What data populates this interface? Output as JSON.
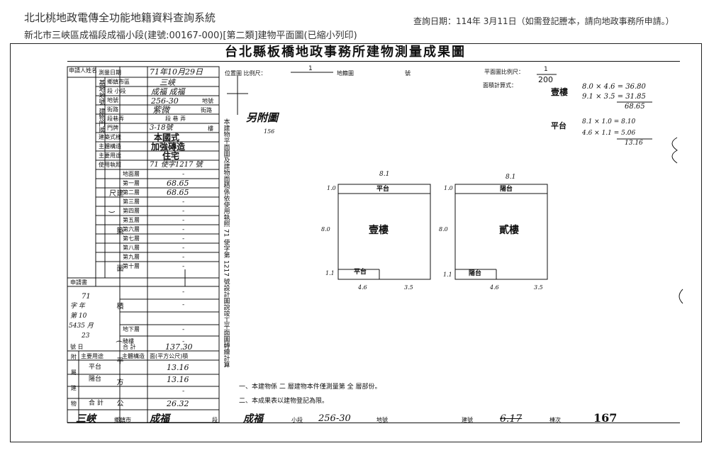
{
  "header": {
    "system_title": "北北桃地政電傳全功能地籍資料查詢系統",
    "query_date": "查詢日期：114年 3月11日（如需登記謄本，請向地政事務所申請。）",
    "subtitle": "新北市三峽區成福段成福小段(建號:00167-000)[第二類]建物平面圖(已縮小列印)"
  },
  "document": {
    "title": "台北縣板橋地政事務所建物測量成果圖",
    "applicant_label": "申請人姓名",
    "survey_date_label": "測量日期",
    "survey_date": "71年10月29日",
    "township_label": "鄉鎮市區",
    "township": "三峽",
    "section_label": "段 小段",
    "section": "成福 成福",
    "lot_label": "地號",
    "lot_no": "256-30",
    "lot_suffix": "地號",
    "street_label": "街路",
    "street": "紫微",
    "street_suffix": "街路",
    "lane_label": "段巷弄",
    "lane": "段 巷 弄",
    "door_label": "門牌",
    "door_no": "3-18號",
    "door_suffix": "樓",
    "building_type_label": "建築式樣",
    "building_type": "本國式",
    "structure_label": "主體構造",
    "structure": "加強磚造",
    "use_label": "主要用途",
    "use": "住宅",
    "permit_label": "使用執照",
    "permit": "71 使字1217 號",
    "floors": [
      {
        "name": "地面層",
        "area": "-"
      },
      {
        "name": "第一層",
        "area": "68.65"
      },
      {
        "name": "第二層",
        "area": "68.65"
      },
      {
        "name": "第三層",
        "area": "-"
      },
      {
        "name": "第四層",
        "area": "-"
      },
      {
        "name": "第五層",
        "area": "-"
      },
      {
        "name": "第六層",
        "area": "-"
      },
      {
        "name": "第七層",
        "area": "-"
      },
      {
        "name": "第八層",
        "area": "-"
      },
      {
        "name": "第九層",
        "area": "-"
      },
      {
        "name": "第十層",
        "area": "-"
      },
      {
        "name": "",
        "area": "-"
      },
      {
        "name": "",
        "area": "-"
      },
      {
        "name": "地下層",
        "area": "-"
      },
      {
        "name": "騎樓",
        "area": "-"
      }
    ],
    "area_caption": "建 築 面 積 (平方公尺)",
    "apply_label": "申請書",
    "apply_text": [
      "71",
      "字 年",
      "第 10",
      "5435 月",
      "23"
    ],
    "number_label": "號 日",
    "total_label": "合 計",
    "total_area": "137.30",
    "annex_header": [
      "附屬建物",
      "主要用途",
      "主體構造",
      "面(平方公尺)積"
    ],
    "annex_rows": [
      {
        "use": "平台",
        "area": "13.16"
      },
      {
        "use": "陽台",
        "area": "13.16"
      },
      {
        "use": "",
        "area": "-"
      }
    ],
    "annex_total_label": "合 計",
    "annex_total": "26.32",
    "vertical_note": "本建物平面圖及建物面積係依使用執照 71 使字第 1217 號設計圖說竣工平面圖轉繪計算",
    "position_label": "位置圖 比例尺：",
    "position_scale": "1",
    "sheet_label": "地籍圖",
    "sheet_suffix": "號",
    "separate_sheet": "另附圖",
    "separate_num": "156",
    "plan_scale_label": "平面圖比例尺：",
    "plan_scale_num": "1",
    "plan_scale_den": "200",
    "calc_label": "面積計算式：",
    "floor1_label": "壹樓",
    "floor1_calc": [
      "8.0 × 4.6 = 36.80",
      "9.1 × 3.5 = 31.85",
      "68.65"
    ],
    "platform_label": "平台",
    "platform_calc": [
      "8.1 × 1.0 = 8.10",
      "4.6 × 1.1 = 5.06",
      "13.16"
    ],
    "plan1": {
      "top_dim": "8.1",
      "top_left": "1.0",
      "top_label": "平台",
      "center": "壹樓",
      "side": "8.0",
      "bottom_left": "1.1",
      "bottom_label": "平台",
      "dims_b1": "4.6",
      "dims_b2": "3.5"
    },
    "plan2": {
      "top_dim": "8.1",
      "top_left": "1.0",
      "top_label": "陽台",
      "center": "貳樓",
      "side": "8.0",
      "bottom_left": "1.1",
      "bottom_label": "陽台",
      "dims_b1": "4.6",
      "dims_b2": "3.5"
    },
    "note1": "一、本建物係 二 層建物本件僅測量第 全 層部份。",
    "note2": "二、本成果表以建物登記為限。",
    "footer_township": "三峽",
    "footer_township_label": "鄉鎮市",
    "footer_section": "成福",
    "footer_section_label": "段",
    "footer_subsection": "成福",
    "footer_subsection_label": "小段",
    "footer_lot": "256-30",
    "footer_lot_label": "地號",
    "footer_building_label": "建號",
    "footer_building_no": "6.17",
    "footer_order_label": "棟次",
    "footer_order": "167"
  }
}
